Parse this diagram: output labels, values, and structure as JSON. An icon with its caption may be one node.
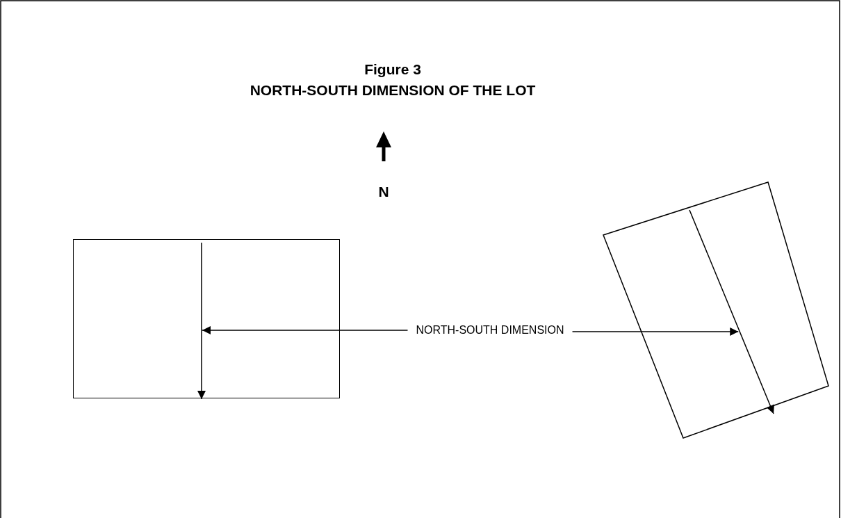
{
  "diagram": {
    "title": "Figure 3",
    "nodes": [
      {
        "text": [],
        "shape": "box"
      },
      {
        "text": [],
        "shape": "arrow",
        "in": 0
      },
      {
        "text": [],
        "shape": "box"
      },
      {
        "text": [],
        "shape": "arrow",
        "in": 2
      },
      {
        "text": [
          "NORTH-SOUTH DIMENSION"
        ]
      }
    ],
    "edges": [
      {
        "from": 4,
        "to": 1,
        "arrow": "to"
      },
      {
        "from": 4,
        "to": 3,
        "arrow": "to"
      }
    ],
    "labels": [
      "NORTH-SOUTH DIMENSION OF THE LOT",
      "N"
    ]
  }
}
